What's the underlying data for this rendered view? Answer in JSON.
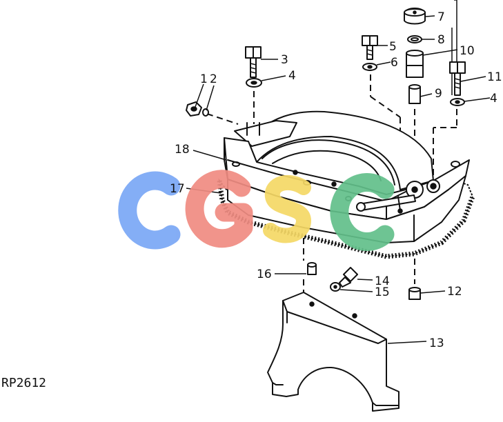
{
  "diagram": {
    "figure_code": "RP2612",
    "callouts": [
      {
        "id": "c1",
        "label": "1"
      },
      {
        "id": "c2",
        "label": "2"
      },
      {
        "id": "c3",
        "label": "3"
      },
      {
        "id": "c4a",
        "label": "4"
      },
      {
        "id": "c4b",
        "label": "4"
      },
      {
        "id": "c5",
        "label": "5"
      },
      {
        "id": "c6",
        "label": "6"
      },
      {
        "id": "c7",
        "label": "7"
      },
      {
        "id": "c8",
        "label": "8"
      },
      {
        "id": "c9",
        "label": "9"
      },
      {
        "id": "c10",
        "label": "10"
      },
      {
        "id": "c11",
        "label": "11"
      },
      {
        "id": "c12",
        "label": "12"
      },
      {
        "id": "c13",
        "label": "13"
      },
      {
        "id": "c14",
        "label": "14"
      },
      {
        "id": "c15",
        "label": "15"
      },
      {
        "id": "c16",
        "label": "16"
      },
      {
        "id": "c17",
        "label": "17"
      },
      {
        "id": "c18",
        "label": "18"
      }
    ],
    "watermark": {
      "text": "CGSC",
      "colors": [
        "#7aa7f5",
        "#f08c82",
        "#f5d865",
        "#62bf8a"
      ]
    }
  }
}
